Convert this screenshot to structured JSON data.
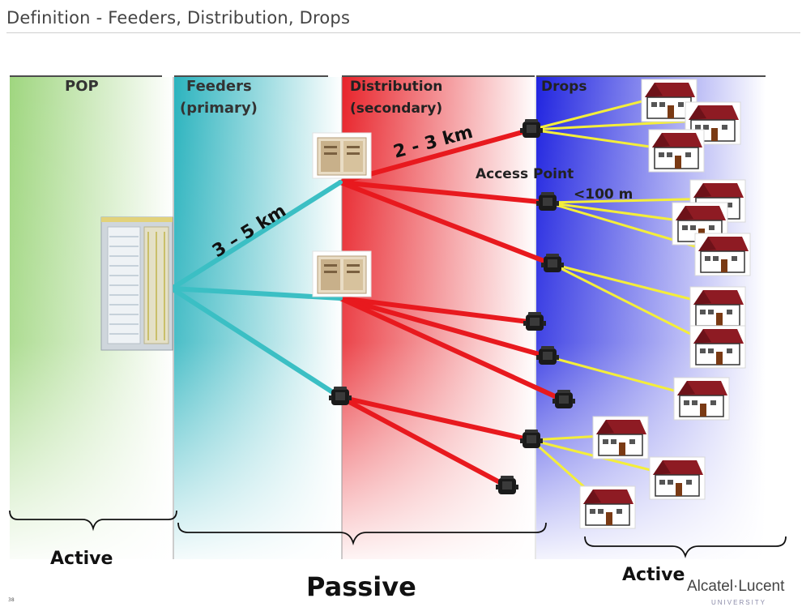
{
  "title": "Definition - Feeders, Distribution, Drops",
  "zones": {
    "pop": "POP",
    "feeders_line1": "Feeders",
    "feeders_line2": "(primary)",
    "distribution_line1": "Distribution",
    "distribution_line2": "(secondary)",
    "drops": "Drops"
  },
  "distances": {
    "feeder": "3 – 5 km",
    "distribution": "2 - 3 km",
    "drop": "<100 m"
  },
  "access_point": "Access Point",
  "braces": {
    "active_left": "Active",
    "passive": "Passive",
    "active_right": "Active"
  },
  "logo": {
    "brand": "Alcatel·Lucent",
    "sub": "UNIVERSITY"
  },
  "page_number": "38",
  "colors": {
    "feeder_line": "#3bbfc4",
    "distribution_line": "#e8191e",
    "drop_line": "#f4ee3a",
    "pop_zone": "#a7d88a",
    "feeder_zone": "#2fb4bf",
    "distribution_zone": "#e8252a",
    "drop_zone": "#2b2fe0",
    "house_roof": "#8e1b23"
  }
}
